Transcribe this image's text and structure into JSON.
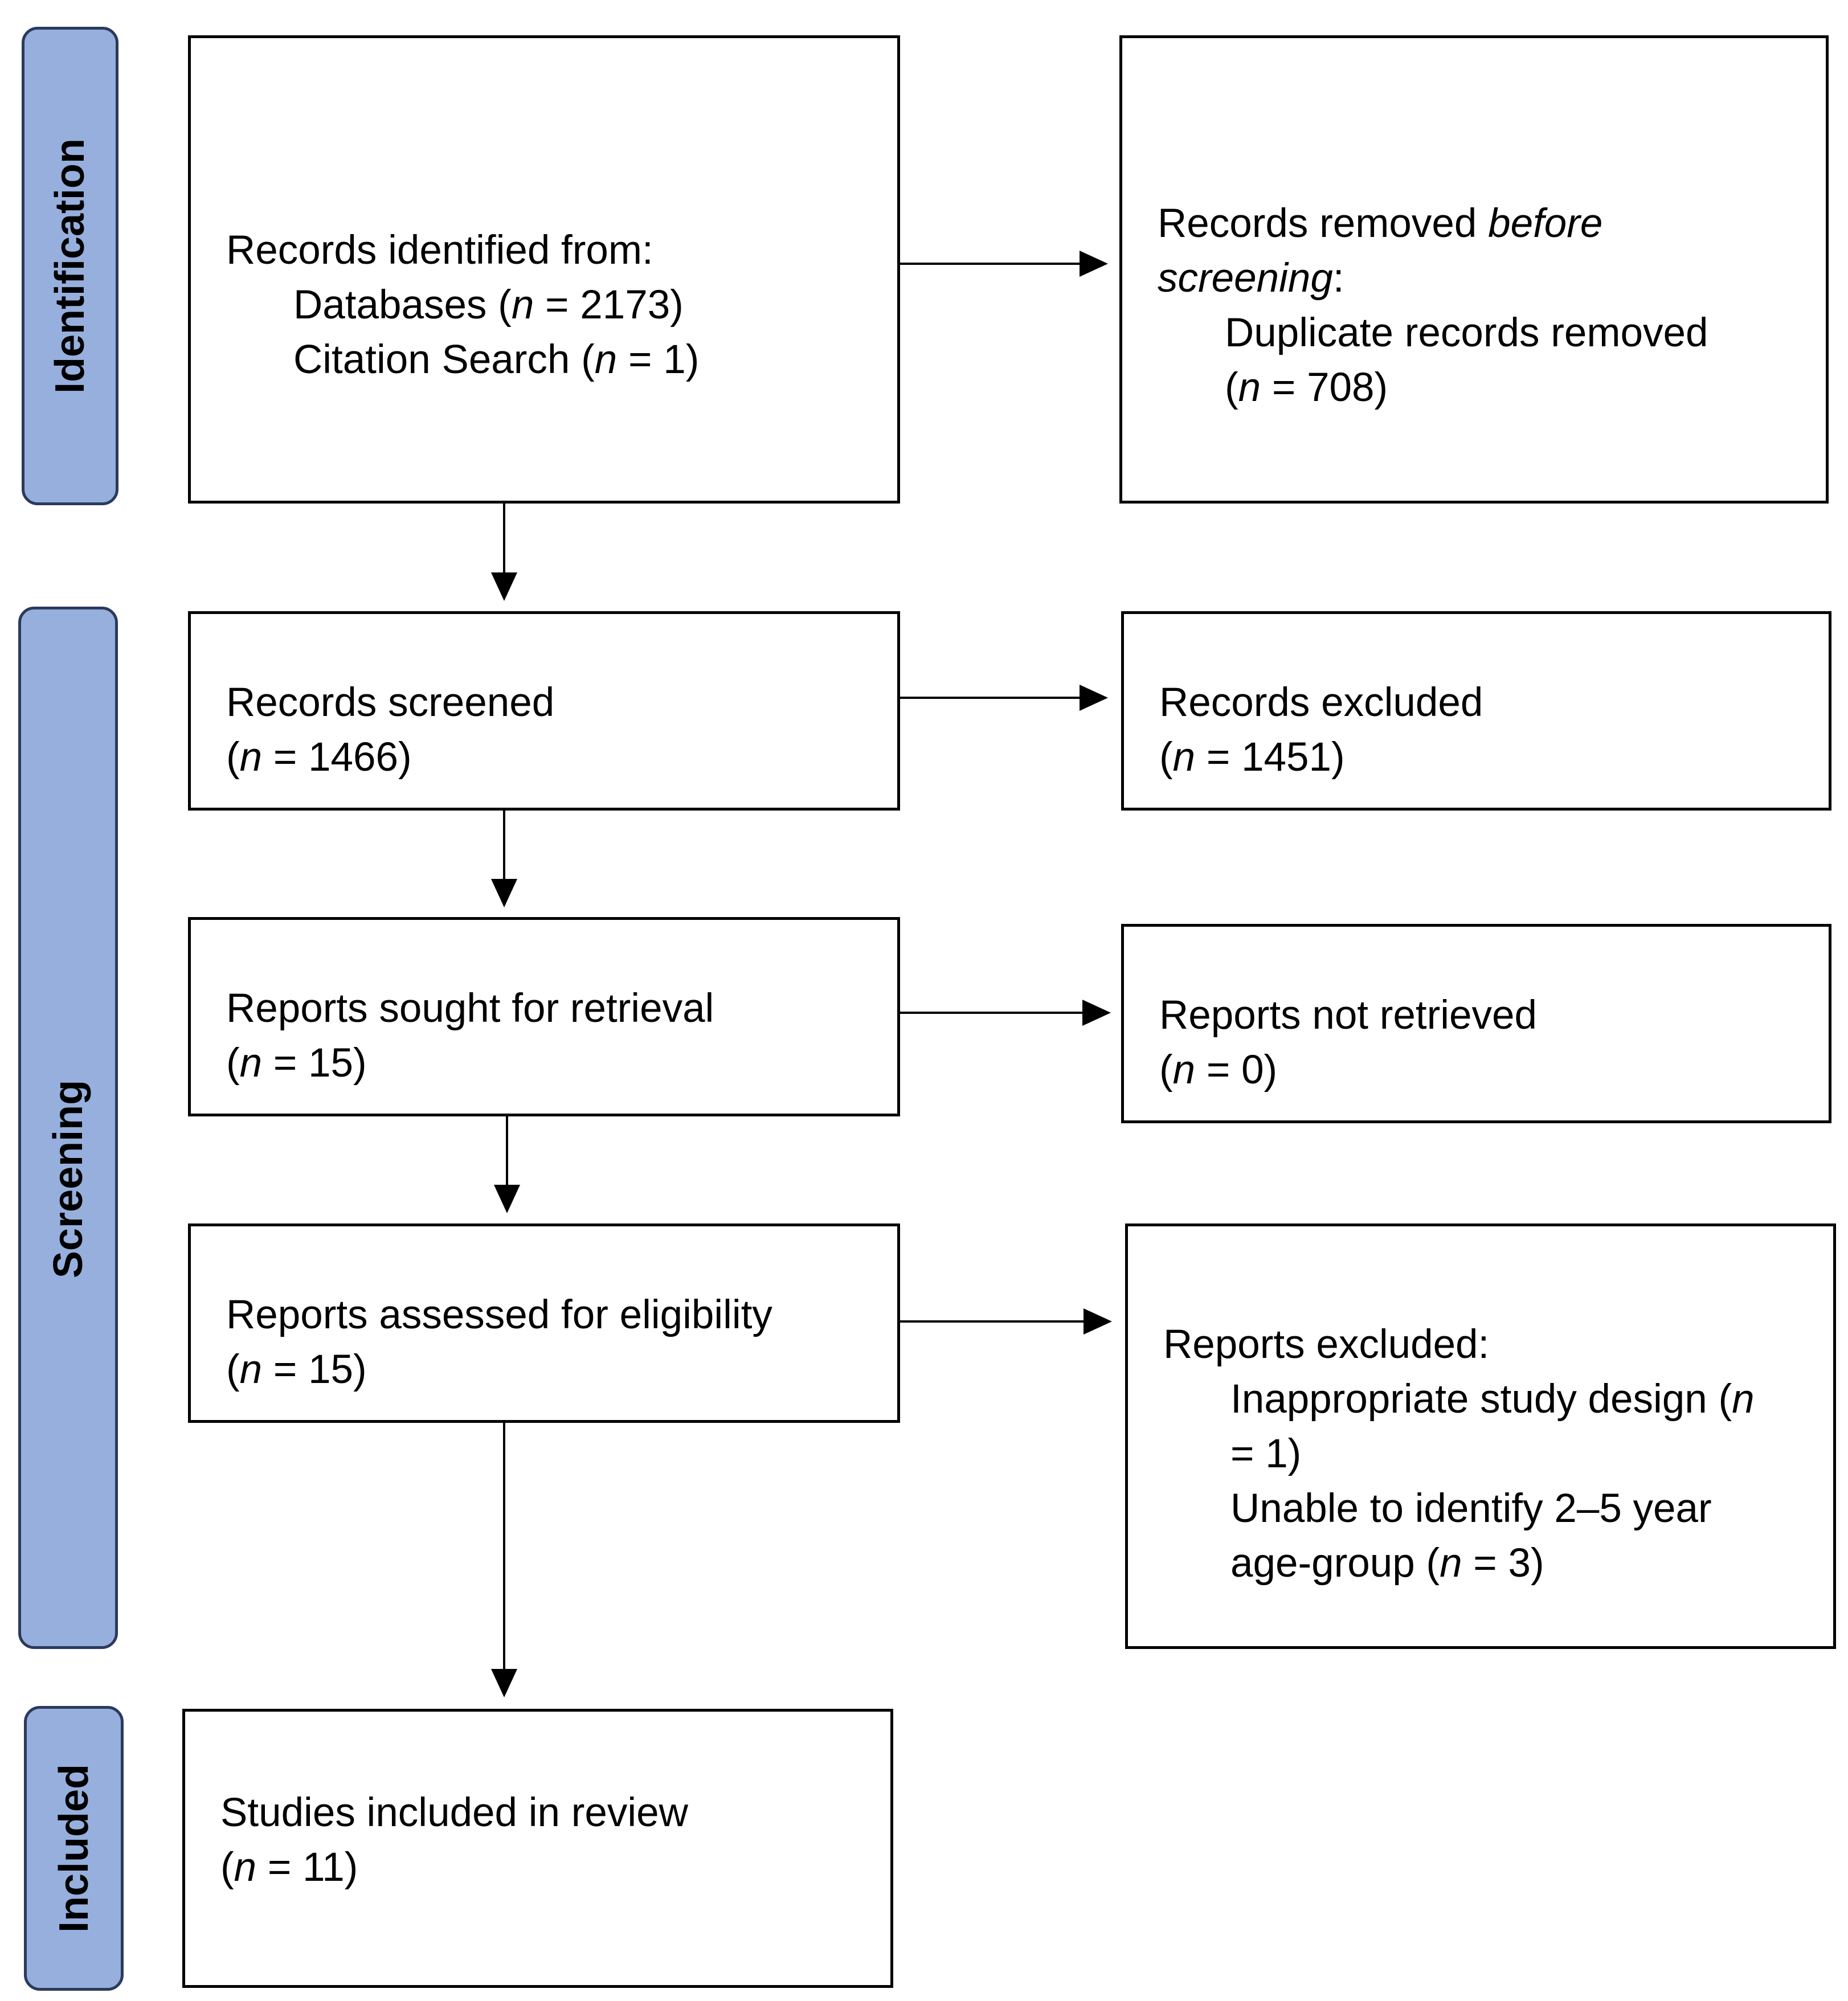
{
  "stages": {
    "identification": "Identification",
    "screening": "Screening",
    "included": "Included"
  },
  "boxes": {
    "identified": {
      "title": "Records identified from:",
      "databases_label": "Databases (",
      "databases_n_var": "n",
      "databases_value": " = 2173)",
      "citation_label": "Citation Search (",
      "citation_n_var": "n",
      "citation_value": " = 1)"
    },
    "removed": {
      "title_prefix": "Records removed ",
      "title_italic": "before",
      "title_italic2": "screening",
      "title_suffix": ":",
      "duplicates_label": "Duplicate records removed",
      "duplicates_open": "(",
      "duplicates_n_var": "n",
      "duplicates_value": " = 708)"
    },
    "screened": {
      "title": "Records screened",
      "open": "(",
      "n_var": "n",
      "value": " = 1466)"
    },
    "excluded": {
      "title": "Records excluded",
      "open": "(",
      "n_var": "n",
      "value": " = 1451)"
    },
    "sought": {
      "title": "Reports sought for retrieval",
      "open": "(",
      "n_var": "n",
      "value": " = 15)"
    },
    "not_retrieved": {
      "title": "Reports not retrieved",
      "open": "(",
      "n_var": "n",
      "value": " = 0)"
    },
    "assessed": {
      "title": "Reports assessed for eligibility",
      "open": "(",
      "n_var": "n",
      "value": " = 15)"
    },
    "reports_excluded": {
      "title": "Reports excluded:",
      "reason1_label": "Inappropriate study design (",
      "reason1_n_var": "n",
      "reason1_value": "= 1)",
      "reason2_label": "Unable to identify 2–5  year",
      "reason2_cont": "age-group (",
      "reason2_n_var": "n",
      "reason2_value": " = 3)"
    },
    "included": {
      "title": "Studies included in review",
      "open": "(",
      "n_var": "n",
      "value": " = 11)"
    }
  }
}
